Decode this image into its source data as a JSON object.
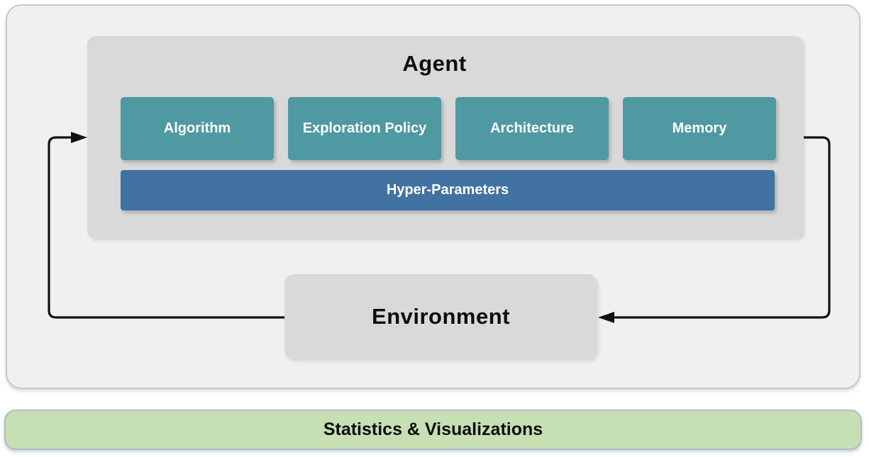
{
  "diagram": {
    "agent": {
      "title": "Agent",
      "components": [
        {
          "label": "Algorithm"
        },
        {
          "label": "Exploration Policy"
        },
        {
          "label": "Architecture"
        },
        {
          "label": "Memory"
        }
      ],
      "hyper_parameters_label": "Hyper-Parameters"
    },
    "environment": {
      "title": "Environment"
    },
    "footer_bar": {
      "label": "Statistics & Visualizations"
    },
    "arrows": [
      {
        "name": "environment-to-agent",
        "path": "from Environment left side, looping up into Agent left side"
      },
      {
        "name": "agent-to-environment",
        "path": "from Agent right side, looping down into Environment right side"
      }
    ],
    "colors": {
      "teal_component": "#4f99a2",
      "blue_hyper_parameters": "#4272a1",
      "panel_background": "#f0f0f1",
      "box_gray": "#d9d9d9",
      "green_footer": "#c6e0b4",
      "arrow_black": "#121212"
    }
  }
}
